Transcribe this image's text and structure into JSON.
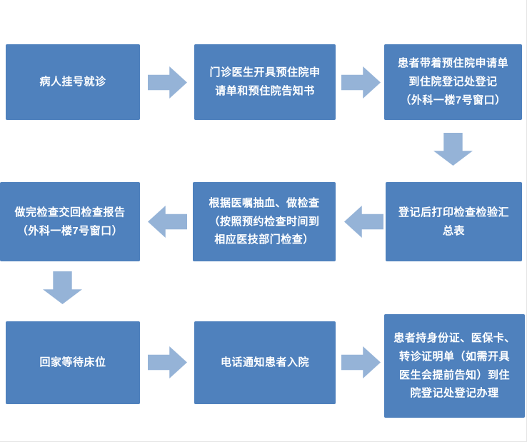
{
  "colors": {
    "page_bg": "#ffffff",
    "box_fill": "#4f81bd",
    "arrow_fill": "#95b3d7",
    "box_text": "#ffffff"
  },
  "flowchart": {
    "description": "Hospital pre-admission process flowchart",
    "steps": [
      {
        "id": 1,
        "label": "病人挂号就诊"
      },
      {
        "id": 2,
        "label": "门诊医生开具预住院申\n请单和预住院告知书"
      },
      {
        "id": 3,
        "label": "患者带着预住院申请单\n到住院登记处登记\n（外科一楼7号窗口）"
      },
      {
        "id": 4,
        "label": "登记后打印检查检验汇\n总表"
      },
      {
        "id": 5,
        "label": "根据医嘱抽血、做检查\n（按照预约检查时间到\n相应医技部门检查）"
      },
      {
        "id": 6,
        "label": "做完检查交回检查报告\n（外科一楼7号窗口）"
      },
      {
        "id": 7,
        "label": "回家等待床位"
      },
      {
        "id": 8,
        "label": "电话通知患者入院"
      },
      {
        "id": 9,
        "label": "患者持身份证、医保卡、\n转诊证明单（如需开具\n医生会提前告知）到住\n院登记处登记办理"
      }
    ],
    "connections": [
      {
        "from": 1,
        "to": 2,
        "direction": "right"
      },
      {
        "from": 2,
        "to": 3,
        "direction": "right"
      },
      {
        "from": 3,
        "to": 4,
        "direction": "down"
      },
      {
        "from": 4,
        "to": 5,
        "direction": "left"
      },
      {
        "from": 5,
        "to": 6,
        "direction": "left"
      },
      {
        "from": 6,
        "to": 7,
        "direction": "down"
      },
      {
        "from": 7,
        "to": 8,
        "direction": "right"
      },
      {
        "from": 8,
        "to": 9,
        "direction": "right"
      }
    ]
  }
}
